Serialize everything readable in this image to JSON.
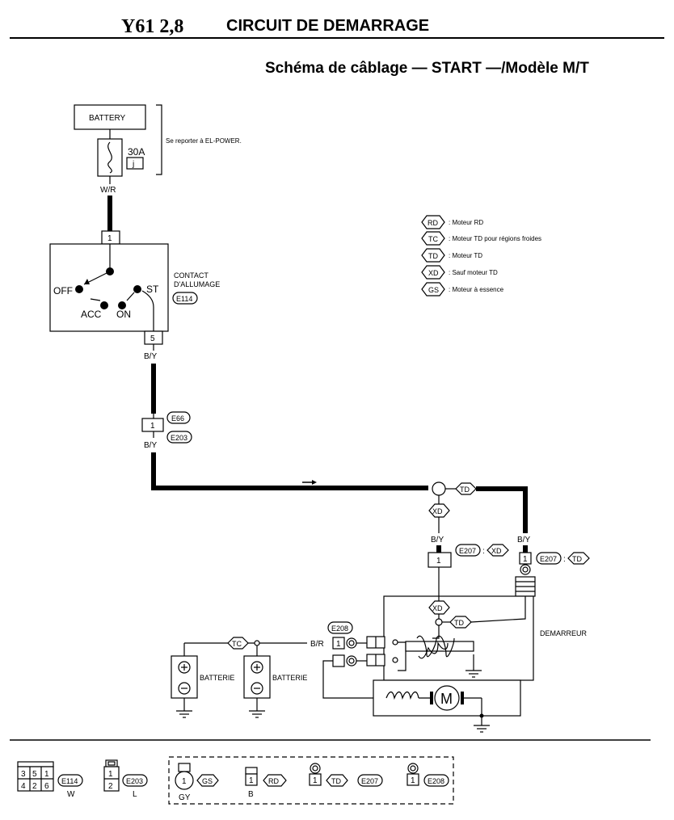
{
  "header": {
    "model": "Y61 2,8",
    "title": "CIRCUIT DE DEMARRAGE",
    "subtitle": "Schéma de câblage — START —/Modèle M/T"
  },
  "battery_block": {
    "label": "BATTERY",
    "fuse_amp": "30A",
    "fuse_letter": "j",
    "note": "Se reporter à EL-POWER."
  },
  "wires": {
    "wr": "W/R",
    "by": "B/Y",
    "br": "B/R"
  },
  "ignition": {
    "label_line1": "CONTACT",
    "label_line2": "D'ALLUMAGE",
    "connector": "E114",
    "pin_in": "1",
    "pin_out": "5",
    "pos_off": "OFF",
    "pos_acc": "ACC",
    "pos_on": "ON",
    "pos_st": "ST"
  },
  "legend": [
    {
      "code": "RD",
      "text": ": Moteur RD"
    },
    {
      "code": "TC",
      "text": ": Moteur TD pour régions froides"
    },
    {
      "code": "TD",
      "text": ": Moteur TD"
    },
    {
      "code": "XD",
      "text": ": Sauf moteur TD"
    },
    {
      "code": "GS",
      "text": ": Moteur à essence"
    }
  ],
  "connectors": {
    "e66": "E66",
    "e203": "E203",
    "e207": "E207",
    "e208": "E208",
    "pin1": "1"
  },
  "codes": {
    "td": "TD",
    "xd": "XD",
    "tc": "TC",
    "gs": "GS",
    "rd": "RD",
    "colon": ":"
  },
  "starter": {
    "label": "DEMARREUR",
    "motor": "M"
  },
  "batteries": {
    "left": "BATTERIE",
    "right": "BATTERIE"
  },
  "footer": {
    "e114": {
      "code": "E114",
      "color": "W",
      "pins": [
        "3",
        "5",
        "1",
        "4",
        "2",
        "6"
      ]
    },
    "e203": {
      "code": "E203",
      "color": "L",
      "pins": [
        "1",
        "2"
      ]
    },
    "gs_conn": {
      "code": "GS",
      "color": "GY",
      "pin": "1"
    },
    "rd_conn": {
      "code": "RD",
      "color": "B",
      "pin": "1"
    },
    "td_conn": {
      "code": "TD",
      "conn": "E207",
      "pin": "1"
    },
    "e208_conn": {
      "code": "E208",
      "pin": "1"
    }
  }
}
